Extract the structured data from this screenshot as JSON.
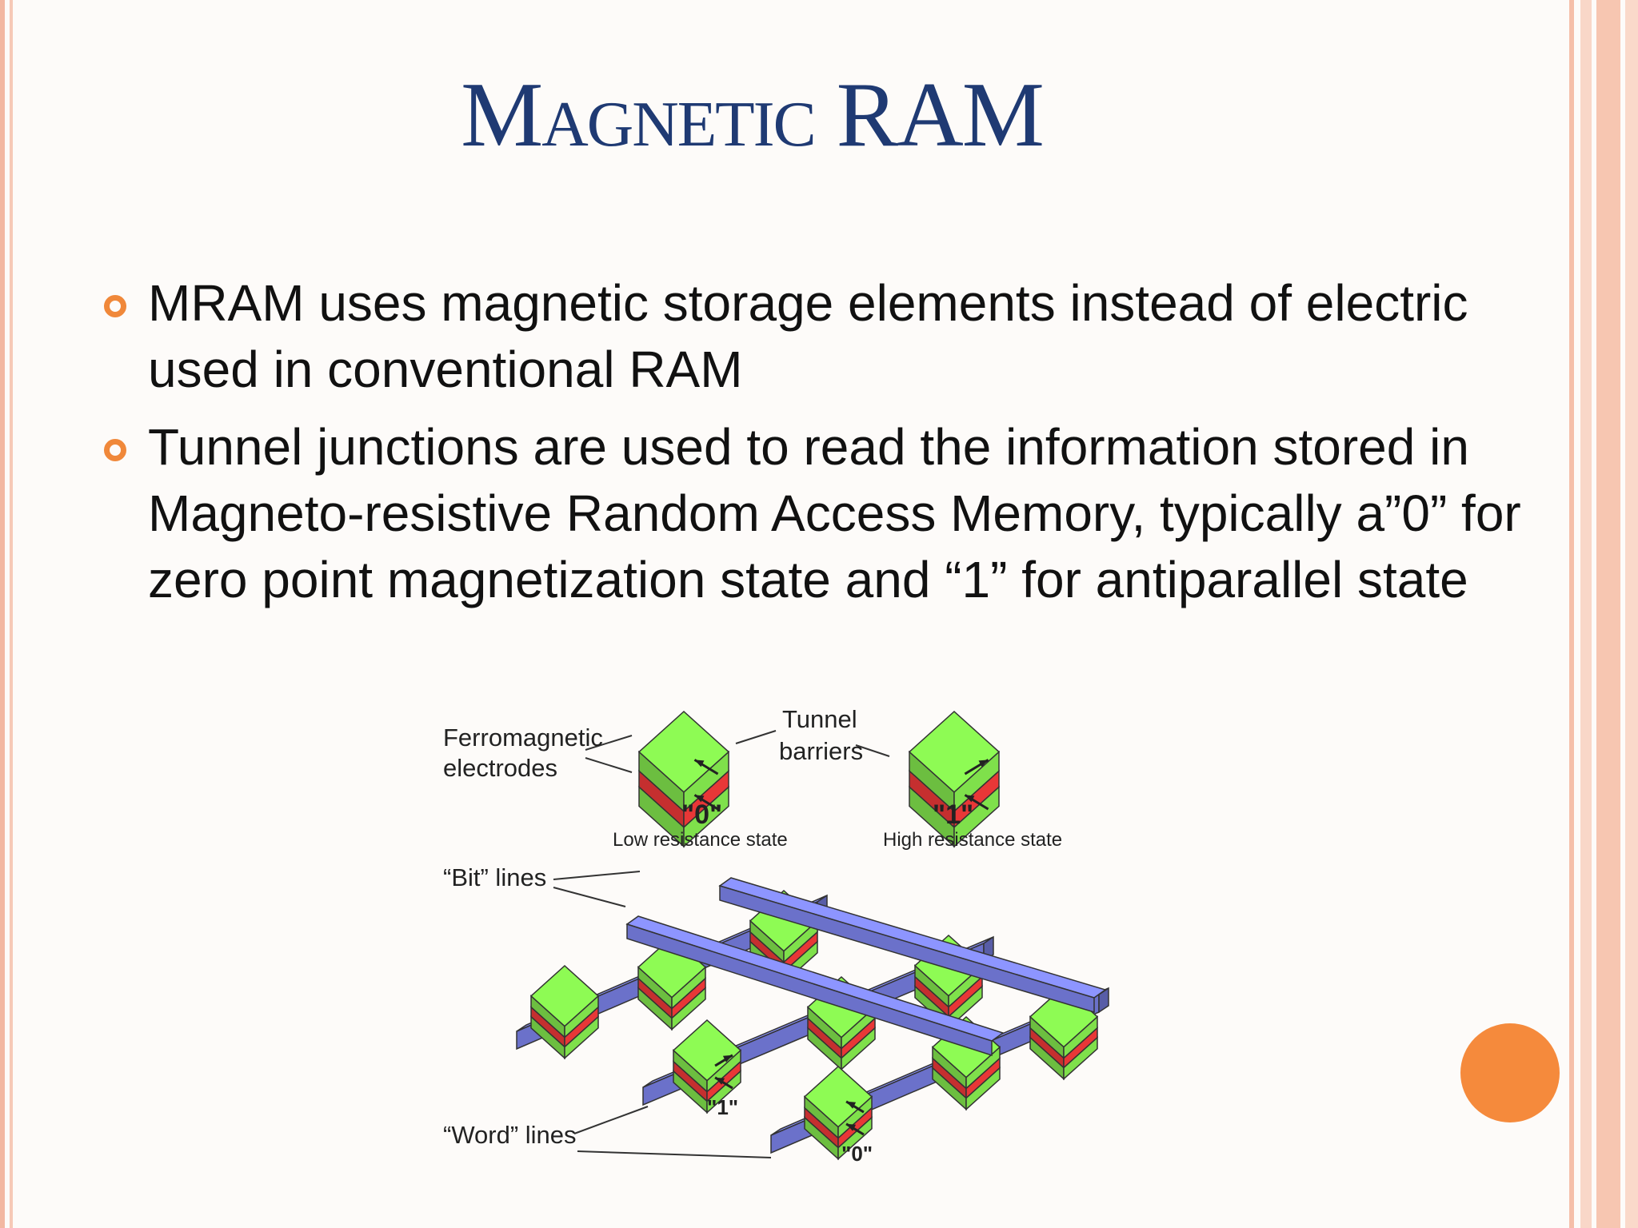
{
  "slide": {
    "title": "Magnetic RAM",
    "bullets": [
      "MRAM uses magnetic storage elements instead of electric used in conventional RAM",
      "Tunnel junctions are used to read the information stored in Magneto-resistive Random Access Memory, typically a”0” for zero point magnetization state and “1” for antiparallel state"
    ],
    "bullet_color": "#f0883a"
  },
  "diagram": {
    "labels": {
      "ferromagnetic": [
        "Ferromagnetic",
        "electrodes"
      ],
      "tunnel": [
        "Tunnel",
        "barriers"
      ],
      "state0": "\"0\"",
      "state0_desc": "Low resistance state",
      "state1": "\"1\"",
      "state1_desc": "High resistance state",
      "bit_lines": "“Bit” lines",
      "word_lines": "“Word” lines",
      "grid_1": "\"1\"",
      "grid_0": "\"0\""
    },
    "colors": {
      "electrode": "#7fe04b",
      "barrier": "#e83737",
      "line": "#7e85ee",
      "text": "#222222"
    }
  }
}
